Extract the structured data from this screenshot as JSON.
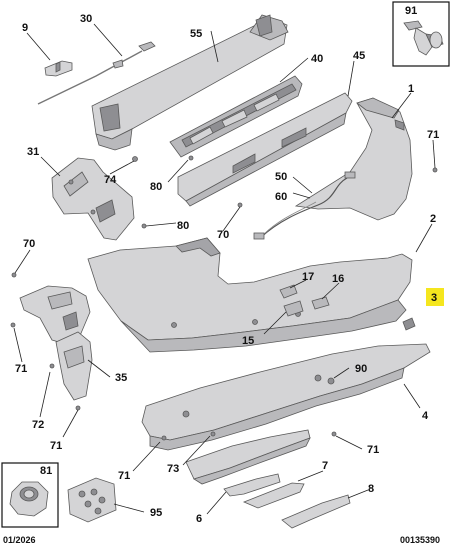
{
  "diagram": {
    "callouts": [
      {
        "id": "c91",
        "text": "91"
      },
      {
        "id": "c9",
        "text": "9"
      },
      {
        "id": "c30",
        "text": "30"
      },
      {
        "id": "c55",
        "text": "55"
      },
      {
        "id": "c40",
        "text": "40"
      },
      {
        "id": "c45",
        "text": "45"
      },
      {
        "id": "c1",
        "text": "1"
      },
      {
        "id": "c71a",
        "text": "71"
      },
      {
        "id": "c31",
        "text": "31"
      },
      {
        "id": "c74",
        "text": "74"
      },
      {
        "id": "c80a",
        "text": "80"
      },
      {
        "id": "c50",
        "text": "50"
      },
      {
        "id": "c60",
        "text": "60"
      },
      {
        "id": "c80b",
        "text": "80"
      },
      {
        "id": "c70a",
        "text": "70"
      },
      {
        "id": "c2",
        "text": "2"
      },
      {
        "id": "c70b",
        "text": "70"
      },
      {
        "id": "c17",
        "text": "17"
      },
      {
        "id": "c16",
        "text": "16"
      },
      {
        "id": "c3",
        "text": "3"
      },
      {
        "id": "c15",
        "text": "15"
      },
      {
        "id": "c71b",
        "text": "71"
      },
      {
        "id": "c35",
        "text": "35"
      },
      {
        "id": "c90",
        "text": "90"
      },
      {
        "id": "c72",
        "text": "72"
      },
      {
        "id": "c4",
        "text": "4"
      },
      {
        "id": "c71c",
        "text": "71"
      },
      {
        "id": "c71d",
        "text": "71"
      },
      {
        "id": "c71e",
        "text": "71"
      },
      {
        "id": "c73",
        "text": "73"
      },
      {
        "id": "c7",
        "text": "7"
      },
      {
        "id": "c81",
        "text": "81"
      },
      {
        "id": "c95",
        "text": "95"
      },
      {
        "id": "c8",
        "text": "8"
      },
      {
        "id": "c6",
        "text": "6"
      }
    ],
    "highlight_color": "#f5e61e",
    "footer": {
      "date": "01/2026",
      "reference": "00135390"
    }
  }
}
